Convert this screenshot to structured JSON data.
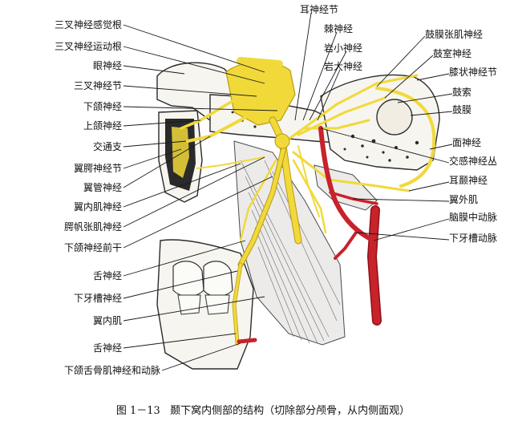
{
  "diagram": {
    "caption": "图 1－13   颞下窝内侧部的结构（切除部分颅骨，从内侧面观）",
    "labels_left": [
      "三叉神经感觉根",
      "三叉神经运动根",
      "眼神经",
      "三叉神经节",
      "下颌神经",
      "上颌神经",
      "交通支",
      "翼腭神经节",
      "翼管神经",
      "翼内肌神经",
      "腭帆张肌神经",
      "下颌神经前干",
      "舌神经",
      "下牙槽神经",
      "翼内肌",
      "舌神经",
      "下颌舌骨肌神经和动脉"
    ],
    "labels_top": [
      "耳神经节",
      "棘神经",
      "岩小神经",
      "岩大神经"
    ],
    "labels_right": [
      "鼓膜张肌神经",
      "鼓室神经",
      "膝状神经节",
      "鼓索",
      "鼓膜",
      "面神经",
      "交感神经丛",
      "耳颞神经",
      "翼外肌",
      "脑膜中动脉",
      "下牙槽动脉"
    ],
    "colors": {
      "nerve": "#f1d93a",
      "artery": "#c8222a",
      "bone": "#f7f5ef"
    }
  }
}
